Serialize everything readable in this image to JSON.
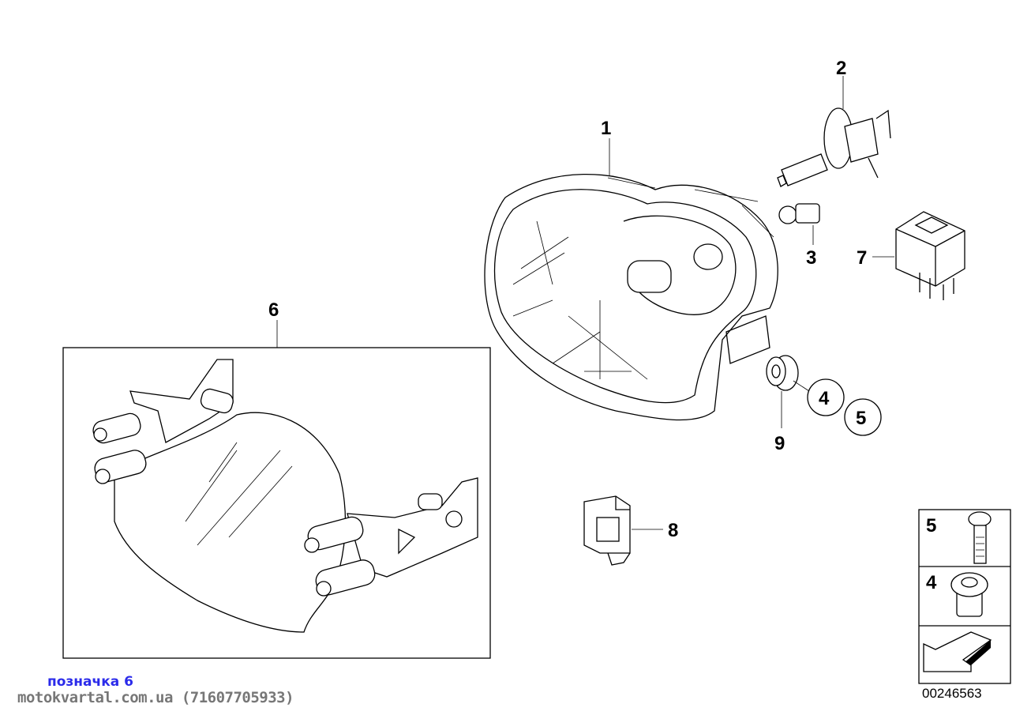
{
  "diagram": {
    "callouts": {
      "c1": "1",
      "c2": "2",
      "c3": "3",
      "c4": "4",
      "c5": "5",
      "c6": "6",
      "c7": "7",
      "c8": "8",
      "c9": "9"
    },
    "legend": {
      "row1": "5",
      "row2": "4"
    },
    "diagram_code": "00246563"
  },
  "footer": {
    "reference": "позначка 6",
    "site": "motokvartal.com.ua (71607705933)"
  }
}
